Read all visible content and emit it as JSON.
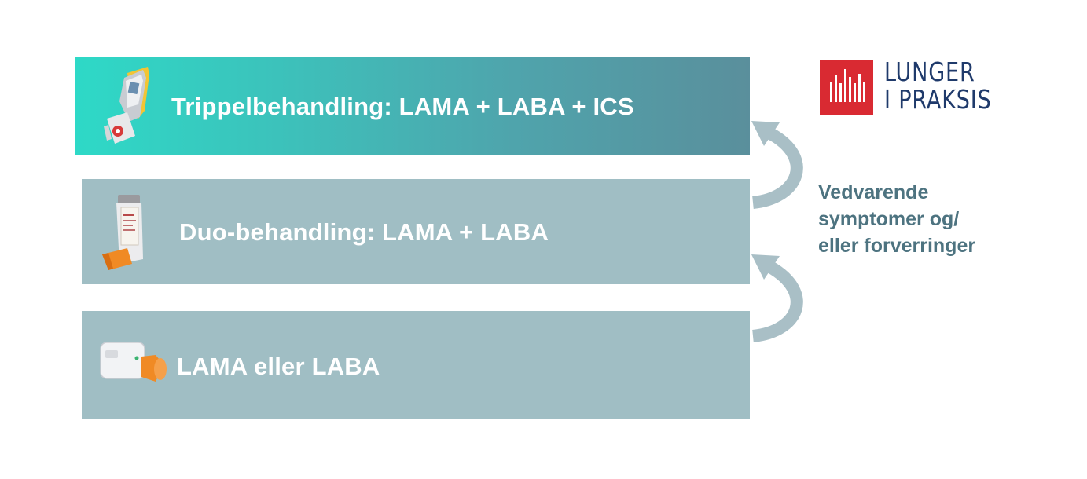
{
  "steps": {
    "top": {
      "label": "Trippelbehandling: LAMA + LABA + ICS"
    },
    "middle": {
      "label": "Duo-behandling: LAMA + LABA"
    },
    "bottom": {
      "label": "LAMA eller LABA"
    }
  },
  "side_note": {
    "lines": [
      "Vedvarende",
      "symptomer og/",
      "eller forverringer"
    ]
  },
  "logo": {
    "line1": "LUNGER",
    "line2": "I PRAKSIS"
  },
  "colors": {
    "top_gradient_start": "#2ed9c7",
    "top_gradient_end": "#5a8f9c",
    "step_fill": "#a0bec4",
    "arrow": "#a9bfc6",
    "side_text": "#4d7380",
    "logo_red": "#d92a32",
    "logo_navy": "#1f3a6b"
  },
  "icons": {
    "top": "triple-inhaler-icon",
    "middle": "duo-inhaler-icon",
    "bottom": "single-inhaler-icon",
    "arrows": "escalation-arrow-icon",
    "logo": "lung-bars-logo-icon"
  }
}
